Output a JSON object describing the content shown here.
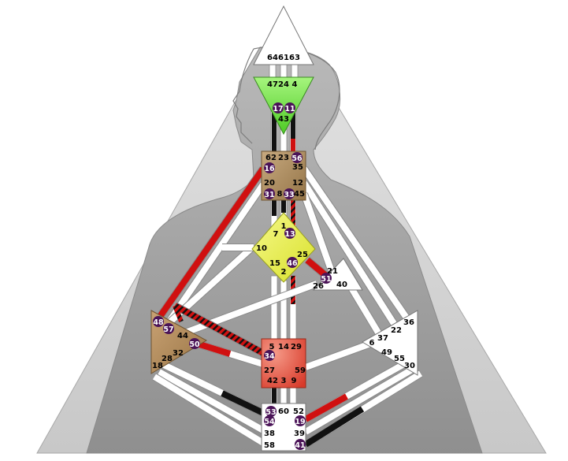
{
  "colors": {
    "triangle_outer": "#d6d6d6",
    "triangle_inner": "#9c9c9c",
    "head_fill": "#bdbdbd",
    "head_outline": "#8a8a8a",
    "channel_white": "#ffffff",
    "channel_edge": "#8a8a8a",
    "activation_red": "#e01010",
    "activation_black": "#111111",
    "gate_circle": "#4b1458",
    "head_center": "#ffffff",
    "ajna_center": "#74e84a",
    "throat_center": "#b0926a",
    "g_center": "#e9f03c",
    "ego_center": "#ffffff",
    "sacral_center": "#e24a3a",
    "spleen_center": "#b08c5c",
    "solar_plexus_center": "#ffffff",
    "root_center": "#ffffff"
  },
  "centers": [
    {
      "id": "head",
      "name": "head-center",
      "gates": [
        "64",
        "61",
        "63"
      ]
    },
    {
      "id": "ajna",
      "name": "ajna-center",
      "gates": [
        "47",
        "24",
        "4",
        "17",
        "11",
        "43"
      ]
    },
    {
      "id": "throat",
      "name": "throat-center",
      "gates": [
        "62",
        "23",
        "56",
        "16",
        "35",
        "20",
        "12",
        "31",
        "8",
        "33",
        "45"
      ]
    },
    {
      "id": "g",
      "name": "g-center",
      "gates": [
        "1",
        "7",
        "13",
        "10",
        "25",
        "15",
        "46",
        "2"
      ]
    },
    {
      "id": "ego",
      "name": "ego-center",
      "gates": [
        "21",
        "51",
        "26",
        "40"
      ]
    },
    {
      "id": "sacral",
      "name": "sacral-center",
      "gates": [
        "5",
        "14",
        "29",
        "34",
        "27",
        "59",
        "42",
        "3",
        "9"
      ]
    },
    {
      "id": "spleen",
      "name": "spleen-center",
      "gates": [
        "48",
        "57",
        "44",
        "50",
        "32",
        "28",
        "18"
      ]
    },
    {
      "id": "solar",
      "name": "solar-plexus-center",
      "gates": [
        "36",
        "22",
        "37",
        "6",
        "49",
        "55",
        "30"
      ]
    },
    {
      "id": "root",
      "name": "root-center",
      "gates": [
        "53",
        "60",
        "52",
        "54",
        "19",
        "38",
        "39",
        "58",
        "41"
      ]
    }
  ],
  "activated_gates": [
    "17",
    "11",
    "56",
    "16",
    "31",
    "8",
    "33",
    "13",
    "46",
    "51",
    "34",
    "48",
    "57",
    "50",
    "53",
    "54",
    "19",
    "41"
  ]
}
